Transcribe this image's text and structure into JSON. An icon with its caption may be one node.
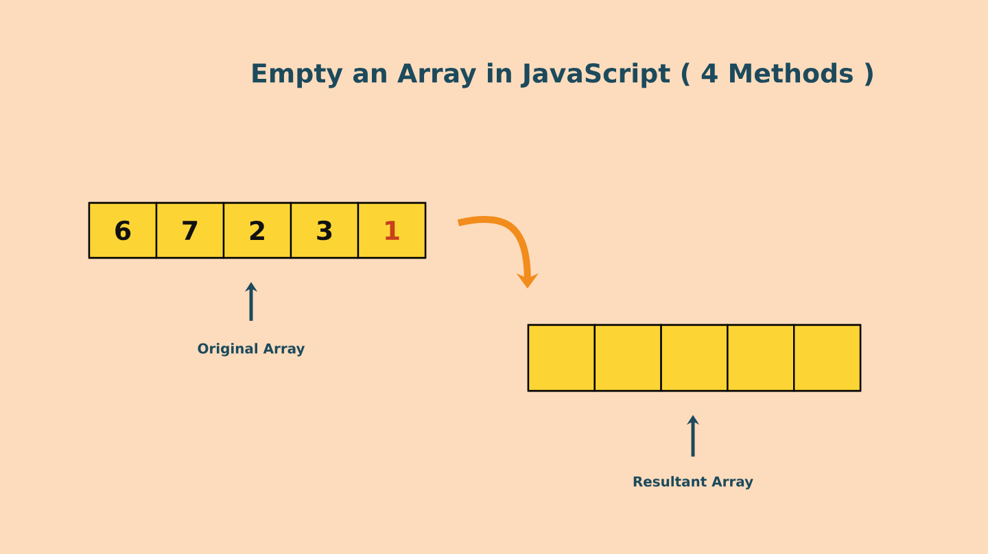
{
  "diagram": {
    "title": "Empty an Array in JavaScript ( 4 Methods )",
    "nodes": [
      {
        "text": [],
        "shape": "box"
      },
      {
        "text": [
          "6"
        ],
        "in": 0
      },
      {
        "text": [
          "7"
        ],
        "in": 0
      },
      {
        "text": [
          "2"
        ],
        "in": 0
      },
      {
        "text": [
          "3"
        ],
        "in": 0
      },
      {
        "text": [
          "1"
        ],
        "in": 0
      },
      {
        "text": [
          "Original Array"
        ]
      },
      {
        "text": [],
        "shape": "box"
      },
      {
        "text": [],
        "shape": "box",
        "in": 7
      },
      {
        "text": [],
        "shape": "box",
        "in": 7
      },
      {
        "text": [],
        "shape": "box",
        "in": 7
      },
      {
        "text": [],
        "shape": "box",
        "in": 7
      },
      {
        "text": [],
        "shape": "box",
        "in": 7
      },
      {
        "text": [
          "Resultant Array"
        ]
      }
    ],
    "edges": [
      {
        "from": 6,
        "to": 0,
        "arrow": "to"
      },
      {
        "from": 0,
        "to": 7,
        "arrow": "to",
        "style": "thick",
        "color": "#f28c1c"
      },
      {
        "from": 13,
        "to": 7,
        "arrow": "to"
      }
    ]
  }
}
